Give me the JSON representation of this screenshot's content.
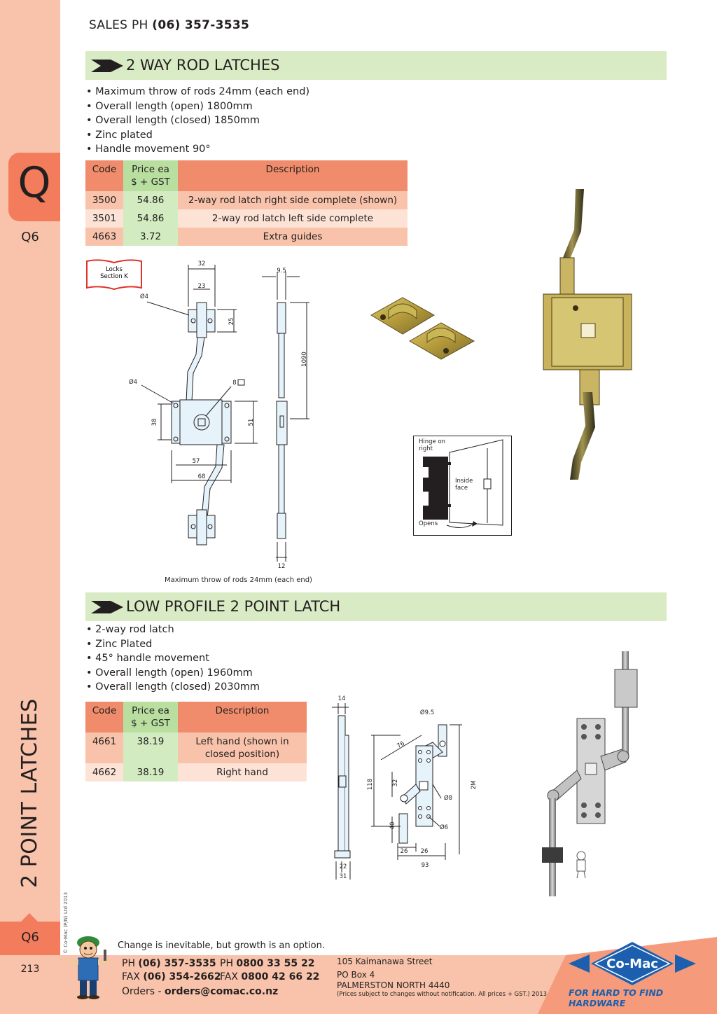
{
  "header": {
    "sales_label": "SALES  PH ",
    "sales_phone": "(06) 357-3535"
  },
  "sidebar": {
    "section_letter": "Q",
    "section_code": "Q6",
    "vertical_title": "2 POINT LATCHES",
    "copyright": "© Co-Mac (P/N) Ltd 2013",
    "page_code": "Q6",
    "page_number": "213"
  },
  "section1": {
    "title": "2 WAY ROD LATCHES",
    "features": [
      "Maximum throw of rods 24mm (each end)",
      "Overall length (open) 1800mm",
      "Overall length (closed) 1850mm",
      "Zinc plated",
      "Handle movement 90°"
    ],
    "table": {
      "headers": {
        "code": "Code",
        "price_line1": "Price ea",
        "price_line2": "$ + GST",
        "description": "Description"
      },
      "rows": [
        {
          "code": "3500",
          "price": "54.86",
          "description": "2-way rod latch right side complete (shown)"
        },
        {
          "code": "3501",
          "price": "54.86",
          "description": "2-way rod latch left side complete"
        },
        {
          "code": "4663",
          "price": "3.72",
          "description": "Extra guides"
        }
      ]
    },
    "locks_ref_line1": "Locks",
    "locks_ref_line2": "Section K",
    "dims": {
      "d32": "32",
      "d23": "23",
      "d25": "25",
      "dia4a": "Ø4",
      "dia4b": "Ø4",
      "sq8": "8",
      "d38": "38",
      "d51": "51",
      "d57": "57",
      "d68": "68",
      "d95": "9.5",
      "d1090": "1090",
      "d12": "12"
    },
    "diagram_caption": "Maximum throw of rods 24mm (each end)",
    "door_diagram": {
      "hinge_line1": "Hinge on",
      "hinge_line2": "right",
      "inside_line1": "Inside",
      "inside_line2": "face",
      "opens": "Opens"
    }
  },
  "section2": {
    "title": "LOW PROFILE 2 POINT LATCH",
    "features": [
      "2-way rod latch",
      "Zinc Plated",
      "45° handle movement",
      "Overall length (open) 1960mm",
      "Overall length (closed) 2030mm"
    ],
    "table": {
      "headers": {
        "code": "Code",
        "price_line1": "Price ea",
        "price_line2": "$ + GST",
        "description": "Description"
      },
      "rows": [
        {
          "code": "4661",
          "price": "38.19",
          "description_line1": "Left hand (shown in",
          "description_line2": "closed position)"
        },
        {
          "code": "4662",
          "price": "38.19",
          "description_line1": "Right hand",
          "description_line2": ""
        }
      ]
    },
    "dims": {
      "d14": "14",
      "d95": "Ø9.5",
      "d76": "76",
      "d118": "118",
      "d32": "32",
      "d2m": "2M",
      "d8": "Ø8",
      "d6": "Ø6",
      "d40": "40",
      "d26a": "26",
      "d26b": "26",
      "d93": "93",
      "d22": "22",
      "d31": "31"
    }
  },
  "footer": {
    "slogan": "Change is inevitable, but growth is an option.",
    "ph_label": "PH ",
    "ph": "(06) 357-3535",
    "ph2_label": "PH ",
    "ph2": "0800 33 55 22",
    "fax_label": "FAX ",
    "fax": "(06) 354-2662",
    "fax2_label": "FAX ",
    "fax2": "0800 42 66 22",
    "orders_label": "Orders - ",
    "orders": "orders@comac.co.nz",
    "address1": "105 Kaimanawa Street",
    "address2": "PO Box 4",
    "address3": "PALMERSTON NORTH 4440",
    "disclaimer": "(Prices subject to changes without notification.  All prices + GST.)  2013",
    "brand": "Co-Mac",
    "tagline": "FOR HARD TO FIND HARDWARE"
  },
  "colors": {
    "sidebar": "#f8c3aa",
    "accent": "#f27c5b",
    "section_bar": "#d9ebc4",
    "brand_blue": "#1b5fae"
  }
}
